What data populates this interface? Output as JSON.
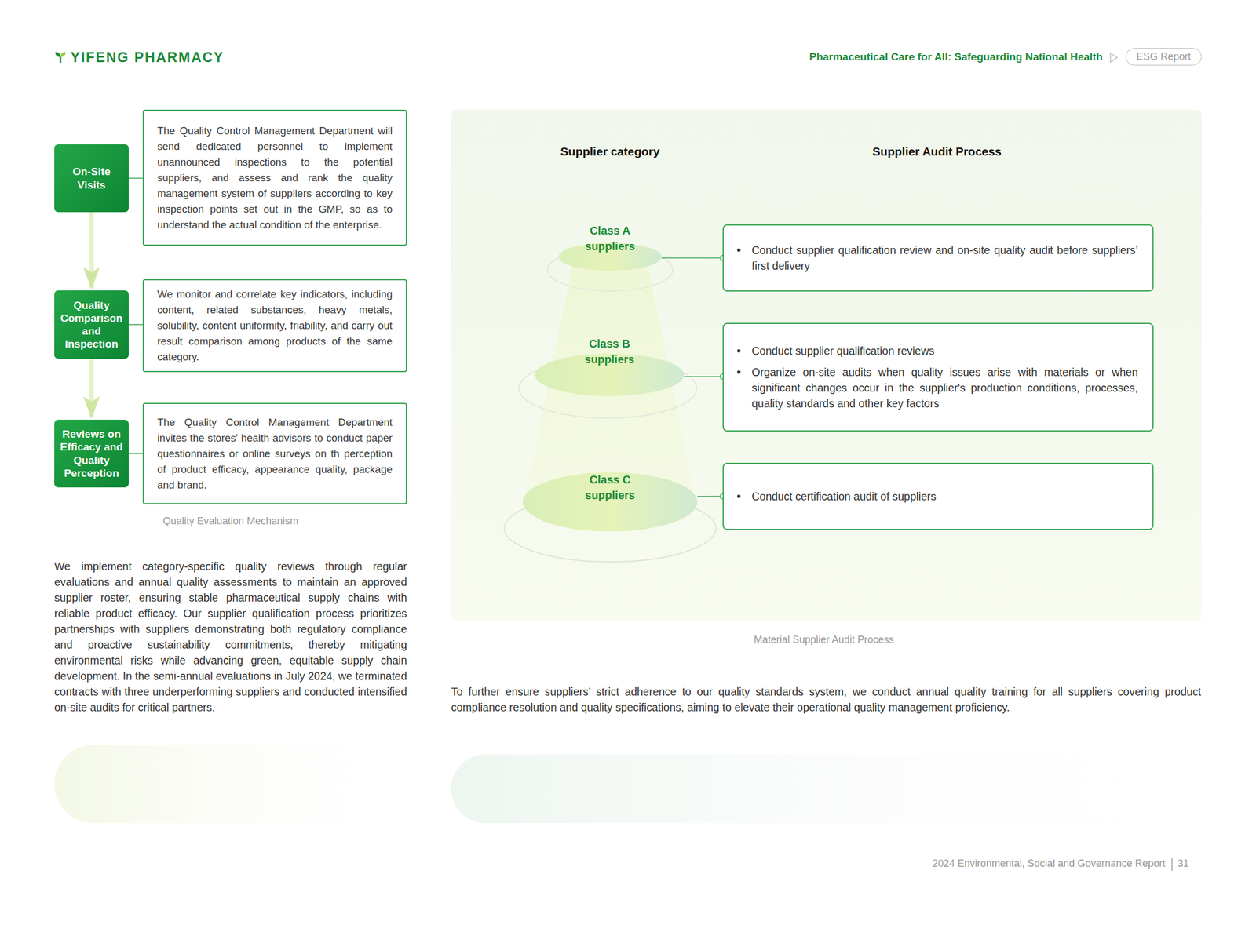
{
  "diagram": {
    "nodes": [
      {
        "text": [
          "ESG Report"
        ]
      },
      {
        "text": [
          "On-Site Visits"
        ]
      },
      {
        "text": [
          "The Quality Control Management Department will send dedicated personnel to implement unannounced inspections to the potential suppliers, and assess and rank the quality management system of suppliers according to key inspection points set out in the GMP, so as to understand the actual condition of the enterprise."
        ]
      },
      {
        "text": [
          "Quality Comparison and Inspection"
        ]
      },
      {
        "text": [
          "We monitor and correlate key indicators, including content, related substances, heavy metals, solubility, content uniformity, friability, and carry out result comparison among products of the same category."
        ]
      },
      {
        "text": [
          "Reviews on Efficacy and Quality Perception"
        ]
      },
      {
        "text": [
          "The Quality Control Management Department invites the stores' health advisors to conduct paper questionnaires or online surveys on th perception of product efficacy, appearance quality, package and brand."
        ]
      },
      {
        "text": [
          "Class A suppliers"
        ]
      },
      {
        "text": [
          "Conduct supplier qualification review and on-site quality audit before suppliers’ first delivery"
        ]
      },
      {
        "text": [
          "Class B suppliers"
        ]
      },
      {
        "text": [
          "Conduct supplier qualification reviews",
          "Organize on-site audits when quality issues arise with materials or when significant changes occur in the supplier's production conditions, processes, quality standards and other key factors"
        ]
      },
      {
        "text": [
          "Class C suppliers"
        ]
      },
      {
        "text": [
          "Conduct certification audit of suppliers"
        ]
      }
    ],
    "edges": [
      {
        "from": 1,
        "to": 2,
        "arrow": "none"
      },
      {
        "from": 1,
        "to": 3,
        "arrow": "to"
      },
      {
        "from": 3,
        "to": 4,
        "arrow": "none"
      },
      {
        "from": 3,
        "to": 5,
        "arrow": "to"
      },
      {
        "from": 5,
        "to": 6,
        "arrow": "none"
      },
      {
        "from": 7,
        "to": 8,
        "arrow": "none"
      },
      {
        "from": 9,
        "to": 10,
        "arrow": "none"
      },
      {
        "from": 11,
        "to": 12,
        "arrow": "none"
      }
    ],
    "labels": [
      "YIFENG PHARMACY",
      "Pharmaceutical Care for All: Safeguarding National Health",
      "Quality Evaluation Mechanism",
      "We implement category-specific quality reviews through regular evaluations and annual quality assessments to maintain an approved supplier roster, ensuring stable pharmaceutical supply chains with reliable product efficacy. Our supplier qualification process prioritizes partnerships with suppliers demonstrating both regulatory compliance and proactive sustainability commitments, thereby mitigating environmental risks while advancing green, equitable supply chain development. In the semi-annual evaluations in July 2024, we terminated contracts with three underperforming suppliers and conducted intensified on-site audits for critical partners.",
      "Supplier category",
      "Supplier Audit Process",
      "Material Supplier Audit Process",
      "To further ensure suppliers’ strict adherence to our quality standards system, we conduct annual quality training for all suppliers covering product compliance resolution and quality specifications, aiming to elevate their operational quality management proficiency.",
      "2024 Environmental, Social and Governance Report",
      "31"
    ]
  }
}
